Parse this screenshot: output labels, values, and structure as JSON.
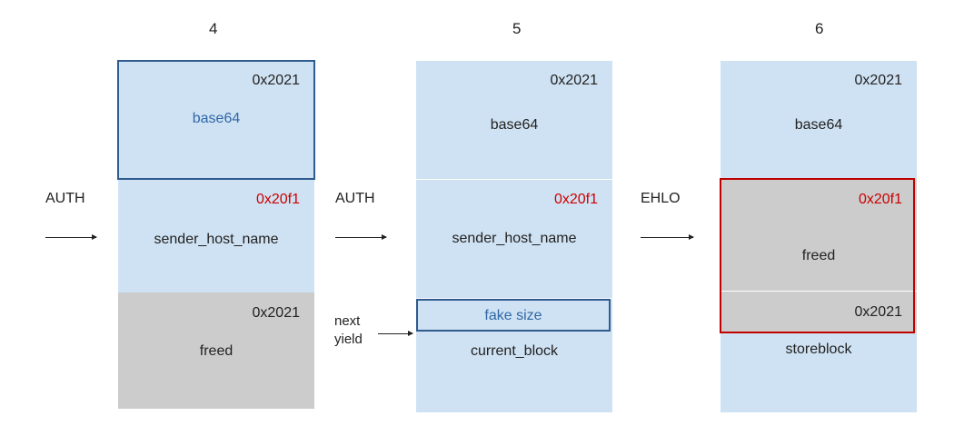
{
  "steps": [
    {
      "number": "4",
      "operation": "AUTH",
      "chunks": [
        {
          "address": "0x2021",
          "label": "base64"
        },
        {
          "address": "0x20f1",
          "label": "sender_host_name"
        },
        {
          "address": "0x2021",
          "label": "freed"
        }
      ]
    },
    {
      "number": "5",
      "operation": "AUTH",
      "note_lines": [
        "next",
        "yield"
      ],
      "chunks": [
        {
          "address": "0x2021",
          "label": "base64"
        },
        {
          "address": "0x20f1",
          "label": "sender_host_name"
        },
        {
          "label": "fake size"
        },
        {
          "label": "current_block"
        }
      ]
    },
    {
      "number": "6",
      "operation": "EHLO",
      "chunks": [
        {
          "address": "0x2021",
          "label": "base64"
        },
        {
          "address": "0x20f1",
          "label": "freed"
        },
        {
          "address": "0x2021",
          "label": "storeblock"
        }
      ]
    }
  ],
  "colors": {
    "block_blue": "#cfe2f3",
    "block_gray": "#cccccc",
    "address_red": "#cc0000",
    "highlight_blue": "#2f5b8f",
    "highlight_red": "#c00000"
  }
}
